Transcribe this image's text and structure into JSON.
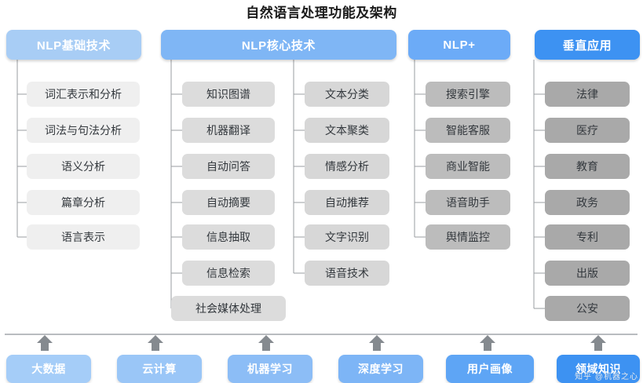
{
  "title": "自然语言处理功能及架构",
  "colors": {
    "header_nlp_basic": "#a8cdf5",
    "header_nlp_core": "#7fb6f5",
    "header_nlp_plus": "#6cabf7",
    "header_vertical": "#3d92f2",
    "item_col1": "#efefef",
    "item_col2": "#dcdcdc",
    "item_col3": "#d7d7d7",
    "item_col4": "#bcbcbc",
    "item_col5": "#a9a9a9",
    "connector": "#9a9da1",
    "baseline": "#b9bcc0",
    "arrow": "#858a8f",
    "title_text": "#1a1a1a",
    "item_text": "#33383d"
  },
  "columns": [
    {
      "id": "nlp-basic",
      "header": "NLP基础技术",
      "header_color": "#a8cdf5",
      "item_color": "#efefef",
      "items": [
        "词汇表示和分析",
        "词法与句法分析",
        "语义分析",
        "篇章分析",
        "语言表示"
      ]
    },
    {
      "id": "nlp-core",
      "header": "NLP核心技术",
      "header_color": "#7fb6f5",
      "item_color": "#dcdcdc",
      "items": [
        "知识图谱",
        "机器翻译",
        "自动问答",
        "自动摘要",
        "信息抽取",
        "信息检索",
        "社会媒体处理"
      ],
      "items_right": [
        "文本分类",
        "文本聚类",
        "情感分析",
        "自动推荐",
        "文字识别",
        "语音技术"
      ]
    },
    {
      "id": "nlp-plus",
      "header": "NLP+",
      "header_color": "#6cabf7",
      "item_color": "#bcbcbc",
      "items": [
        "搜索引擎",
        "智能客服",
        "商业智能",
        "语音助手",
        "舆情监控"
      ]
    },
    {
      "id": "vertical-app",
      "header": "垂直应用",
      "header_color": "#3d92f2",
      "item_color": "#a9a9a9",
      "items": [
        "法律",
        "医疗",
        "教育",
        "政务",
        "专利",
        "出版",
        "公安"
      ]
    }
  ],
  "foundation": {
    "items": [
      {
        "label": "大数据",
        "color": "#a5cdf8"
      },
      {
        "label": "云计算",
        "color": "#9ac6f7"
      },
      {
        "label": "机器学习",
        "color": "#8cbdf6"
      },
      {
        "label": "深度学习",
        "color": "#7db5f6"
      },
      {
        "label": "用户画像",
        "color": "#5ea5f5"
      },
      {
        "label": "领域知识",
        "color": "#3d92f2"
      }
    ],
    "arrow_icon": "arrow-up-icon"
  },
  "watermark": "知乎 @机器之心"
}
